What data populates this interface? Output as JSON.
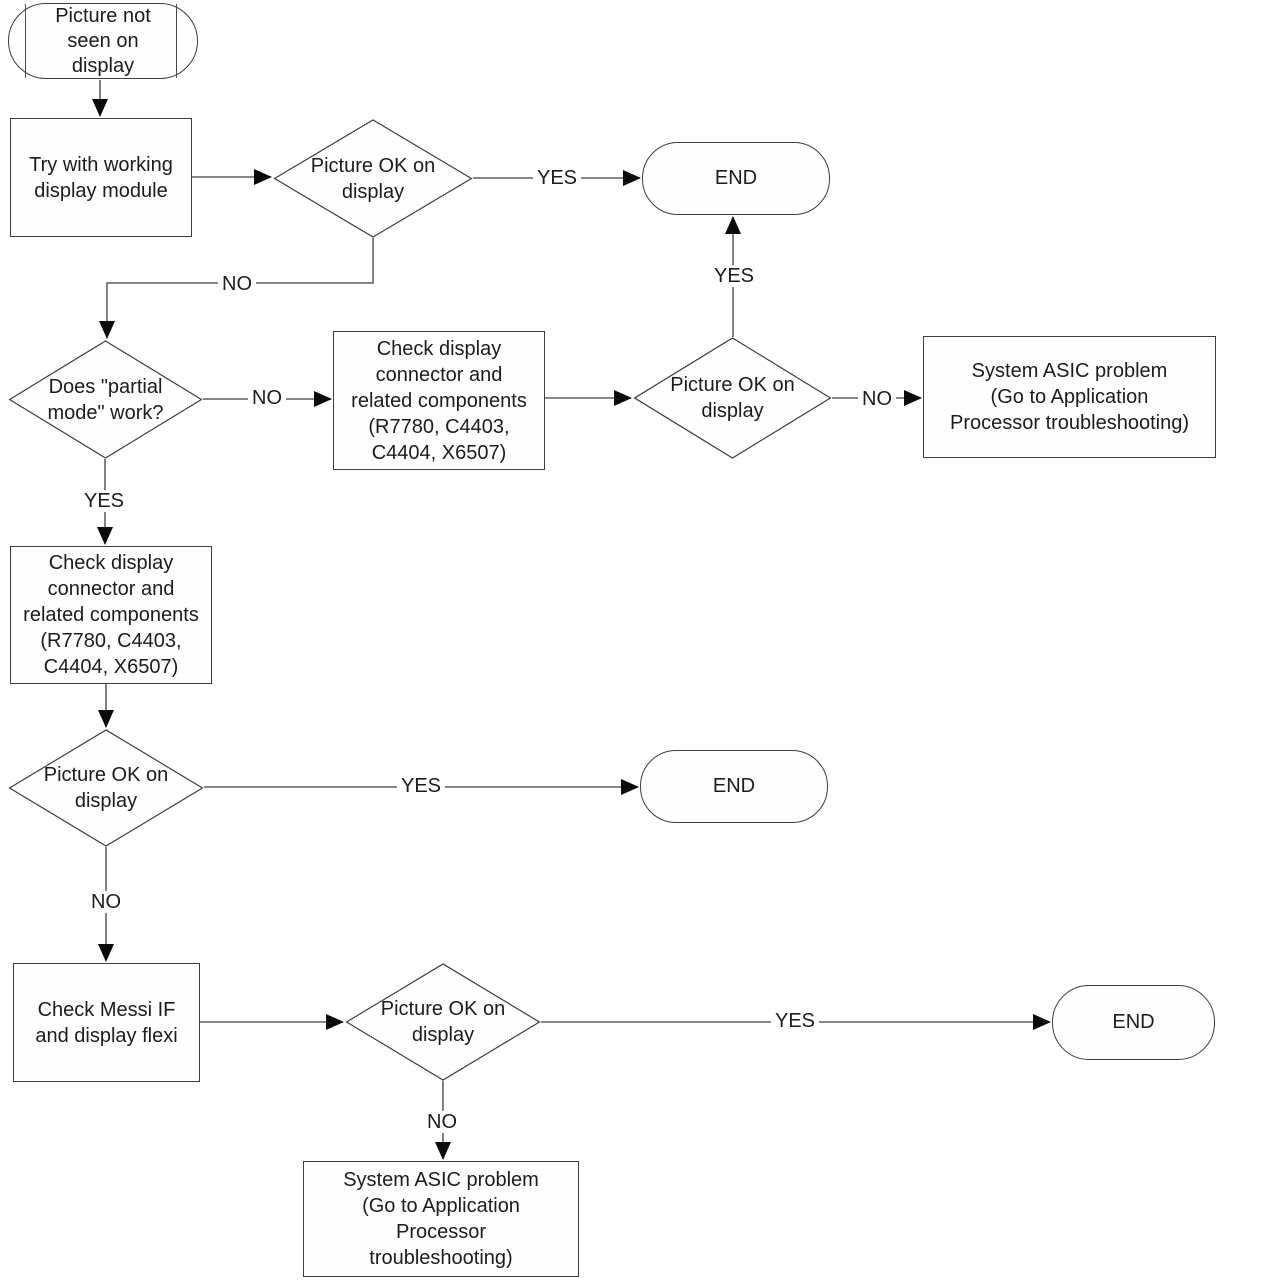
{
  "diagram": {
    "type": "flowchart",
    "topic": "Display troubleshooting flow"
  },
  "colors": {
    "background": "#ffffff",
    "line": "#3d3d3d",
    "arrowhead": "#0b0b0b",
    "text": "#1c1c1c"
  },
  "nodes": {
    "start": {
      "type": "terminal",
      "label": "Picture not\nseen on\ndisplay"
    },
    "try_working_module": {
      "type": "process",
      "label": "Try with working\ndisplay  module"
    },
    "picture_ok_1": {
      "type": "decision",
      "label": "Picture OK on\ndisplay"
    },
    "end_1": {
      "type": "terminal",
      "label": "END"
    },
    "partial_mode": {
      "type": "decision",
      "label": "Does \"partial\nmode\" work?"
    },
    "check_connector_mid": {
      "type": "process",
      "label": "Check display\nconnector and\nrelated components\n(R7780, C4403,\nC4404, X6507)"
    },
    "picture_ok_2": {
      "type": "decision",
      "label": "Picture OK on\ndisplay"
    },
    "asic_problem_right": {
      "type": "process",
      "label": "System ASIC problem\n(Go to Application\nProcessor troubleshooting)"
    },
    "check_connector_left": {
      "type": "process",
      "label": "Check display\nconnector and\nrelated components\n(R7780, C4403,\nC4404, X6507)"
    },
    "picture_ok_3": {
      "type": "decision",
      "label": "Picture OK on\ndisplay"
    },
    "end_2": {
      "type": "terminal",
      "label": "END"
    },
    "check_messi": {
      "type": "process",
      "label": "Check Messi IF\nand display flexi"
    },
    "picture_ok_4": {
      "type": "decision",
      "label": "Picture OK on\ndisplay"
    },
    "end_3": {
      "type": "terminal",
      "label": "END"
    },
    "asic_problem_bottom": {
      "type": "process",
      "label": "System ASIC problem\n(Go to Application\nProcessor\ntroubleshooting)"
    }
  },
  "edge_labels": {
    "yes_to_end1": "YES",
    "no_from_picture_ok_1": "NO",
    "no_to_check_mid": "NO",
    "yes_to_check_left": "YES",
    "no_to_asic_right": "NO",
    "yes_up_to_end1": "YES",
    "yes_to_end2": "YES",
    "no_to_check_messi": "NO",
    "yes_to_end3": "YES",
    "no_to_asic_bottom": "NO"
  }
}
